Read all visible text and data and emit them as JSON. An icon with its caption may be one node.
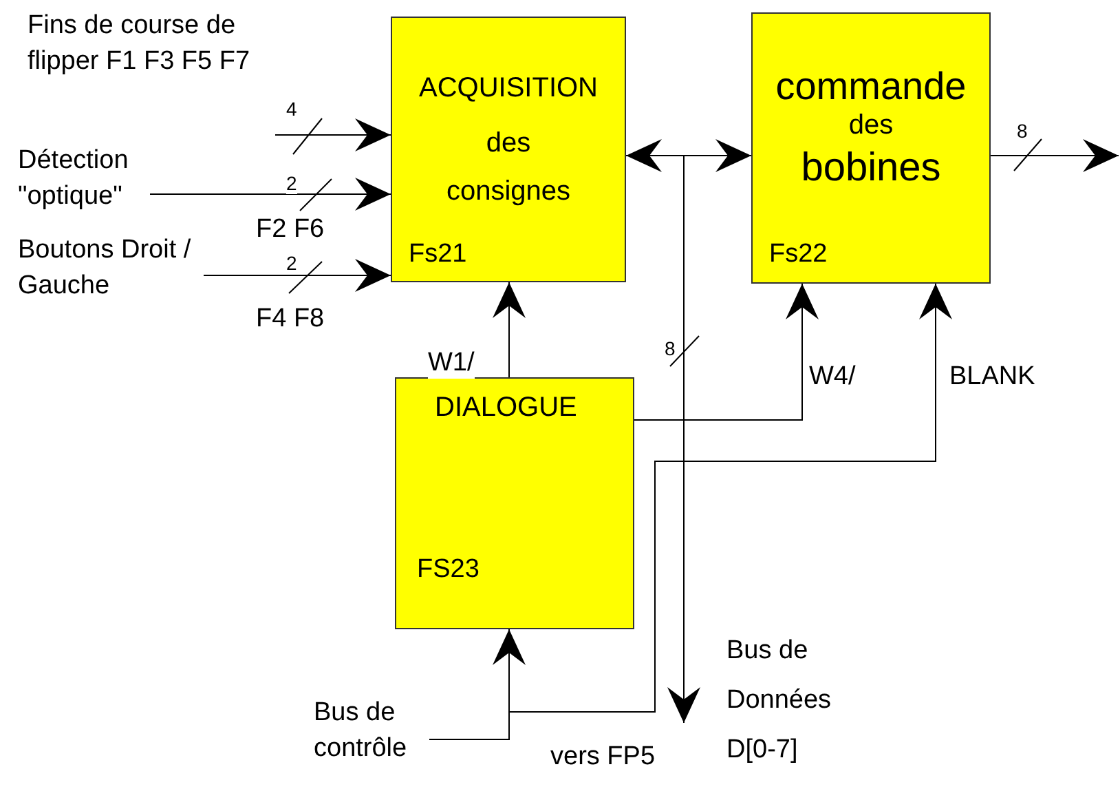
{
  "diagram": {
    "nodes": [
      {
        "text": [
          "ACQUISITION",
          "des",
          "consignes",
          "Fs21"
        ]
      },
      {
        "text": [
          "commande",
          "des",
          "bobines",
          "Fs22"
        ]
      },
      {
        "text": [
          "DIALOGUE",
          "FS23"
        ]
      },
      {
        "text": [
          "Fins de course  de flipper F1 F3  F5 F7"
        ]
      },
      {
        "text": [
          "Détection \"optique\""
        ]
      },
      {
        "text": [
          "Boutons Droit / Gauche"
        ]
      },
      {
        "text": [
          "Bus de contrôle"
        ]
      },
      {
        "text": [
          "Bus de Données D[0-7]"
        ]
      }
    ],
    "edges": [
      {
        "from": 3,
        "to": 0,
        "arrow": "to",
        "label": "4"
      },
      {
        "from": 4,
        "to": 0,
        "arrow": "to",
        "label": "2"
      },
      {
        "from": 5,
        "to": 0,
        "arrow": "to",
        "label": "2"
      },
      {
        "from": 0,
        "to": 1,
        "arrow": "both"
      },
      {
        "from": 0,
        "to": 7,
        "arrow": "to",
        "label": "8"
      },
      {
        "from": 2,
        "to": 0,
        "arrow": "to",
        "label": "W1/"
      },
      {
        "from": 2,
        "to": 1,
        "arrow": "to",
        "label": "W4/"
      },
      {
        "from": 6,
        "to": 2,
        "arrow": "to"
      },
      {
        "from": 6,
        "to": 1,
        "arrow": "to",
        "label": "BLANK"
      },
      {
        "from": 1,
        "to": null,
        "arrow": "to",
        "label": "8"
      }
    ],
    "labels": [
      "F2 F6",
      "F4 F8",
      "vers FP5"
    ]
  }
}
